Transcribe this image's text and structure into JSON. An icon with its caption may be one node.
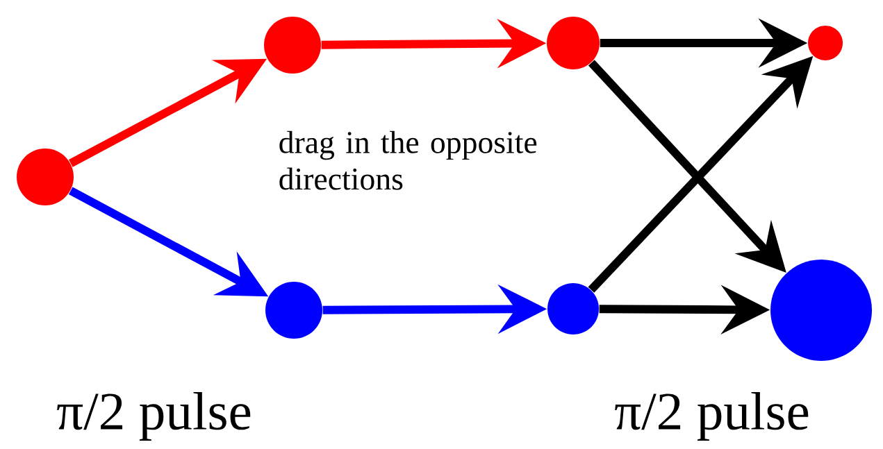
{
  "diagram": {
    "nodes": [
      {
        "text": [],
        "shape": "circle"
      },
      {
        "text": [],
        "shape": "circle"
      },
      {
        "text": [],
        "shape": "circle"
      },
      {
        "text": [],
        "shape": "circle"
      },
      {
        "text": [],
        "shape": "circle"
      },
      {
        "text": [],
        "shape": "circle"
      },
      {
        "text": [],
        "shape": "circle"
      }
    ],
    "edges": [
      {
        "from": 0,
        "to": 1,
        "arrow": "to",
        "color": "#ff0000"
      },
      {
        "from": 1,
        "to": 2,
        "arrow": "to",
        "color": "#ff0000"
      },
      {
        "from": 0,
        "to": 4,
        "arrow": "to",
        "color": "#0000ff"
      },
      {
        "from": 4,
        "to": 5,
        "arrow": "to",
        "color": "#0000ff"
      },
      {
        "from": 2,
        "to": 3,
        "arrow": "to"
      },
      {
        "from": 2,
        "to": 6,
        "arrow": "to"
      },
      {
        "from": 5,
        "to": 3,
        "arrow": "to"
      },
      {
        "from": 5,
        "to": 6,
        "arrow": "to"
      }
    ],
    "labels": [
      "drag in the opposite directions",
      "π/2 pulse",
      "π/2 pulse"
    ]
  }
}
